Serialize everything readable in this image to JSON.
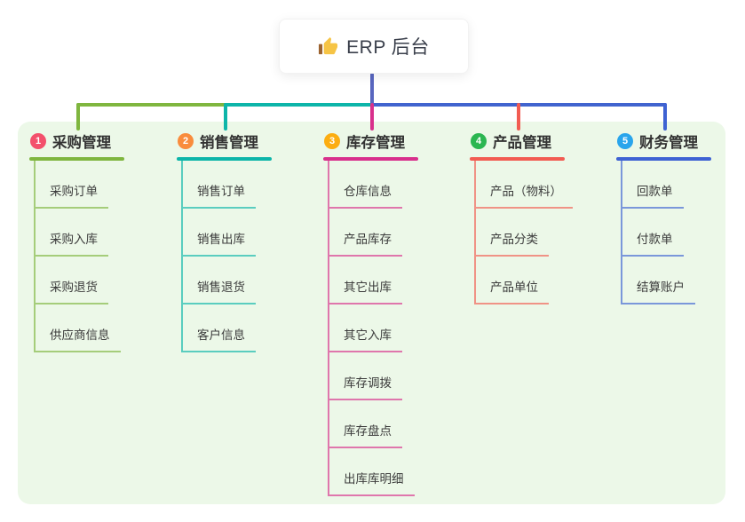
{
  "root": {
    "label": "ERP 后台",
    "icon": "thumbs-up"
  },
  "panel_color": "#ecf8e8",
  "connectors": {
    "root_stem_color": "#5866bf",
    "bus_right_color": "#4164cf"
  },
  "branches": [
    {
      "index": "1",
      "label": "采购管理",
      "line_color": "#7fb63f",
      "badge_color": "#f3506c",
      "children": [
        "采购订单",
        "采购入库",
        "采购退货",
        "供应商信息"
      ]
    },
    {
      "index": "2",
      "label": "销售管理",
      "line_color": "#0db5a9",
      "badge_color": "#f98c3c",
      "children": [
        "销售订单",
        "销售出库",
        "销售退货",
        "客户信息"
      ]
    },
    {
      "index": "3",
      "label": "库存管理",
      "line_color": "#d8308c",
      "badge_color": "#fcad11",
      "children": [
        "仓库信息",
        "产品库存",
        "其它出库",
        "其它入库",
        "库存调拨",
        "库存盘点",
        "出库库明细"
      ]
    },
    {
      "index": "4",
      "label": "产品管理",
      "line_color": "#f25c52",
      "badge_color": "#2bb651",
      "children": [
        "产品（物料）",
        "产品分类",
        "产品单位"
      ]
    },
    {
      "index": "5",
      "label": "财务管理",
      "line_color": "#3e62d3",
      "badge_color": "#29a5ec",
      "children": [
        "回款单",
        "付款单",
        "结算账户"
      ]
    }
  ]
}
